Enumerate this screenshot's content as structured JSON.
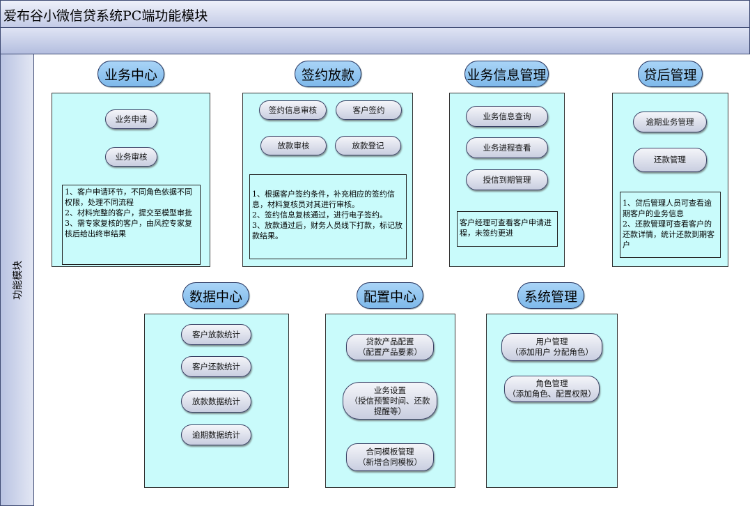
{
  "title": "爱布谷小微信贷系统PC端功能模块",
  "side_label": "功能模块",
  "sections": [
    {
      "header": "业务中心",
      "items": [
        "业务申请",
        "业务审核"
      ],
      "note": "1、客户申请环节，不同角色依据不同权限，处理不同流程\n2、材料完整的客户，提交至模型审批\n3、需专家复核的客户，由风控专家复核后给出终审结果"
    },
    {
      "header": "签约放款",
      "items": [
        "签约信息审核",
        "客户签约",
        "放款审核",
        "放款登记"
      ],
      "note": "1、根据客户签约条件，补充相应的签约信息，材料复核员对其进行审核。\n2、签约信息复核通过，进行电子签约。\n3、放款通过后，财务人员线下打款，标记放款结果。"
    },
    {
      "header": "业务信息管理",
      "items": [
        "业务信息查询",
        "业务进程查看",
        "授信到期管理"
      ],
      "note": "客户经理可查看客户申请进程，未签约更进"
    },
    {
      "header": "贷后管理",
      "items": [
        "逾期业务管理",
        "还款管理"
      ],
      "note": "1、贷后管理人员可查看逾期客户的业务信息\n2、还款管理可查看客户的还款详情，统计还款到期客户"
    },
    {
      "header": "数据中心",
      "items": [
        "客户放款统计",
        "客户还款统计",
        "放款数据统计",
        "逾期数据统计"
      ]
    },
    {
      "header": "配置中心",
      "items": [
        "贷款产品配置\n（配置产品要素）",
        "业务设置\n（授信预警时间、还款\n提醒等）",
        "合同模板管理\n（新增合同模板）"
      ]
    },
    {
      "header": "系统管理",
      "items": [
        "用户管理\n（添加用户 分配角色）",
        "角色管理\n（添加角色、配置权限）"
      ]
    }
  ]
}
